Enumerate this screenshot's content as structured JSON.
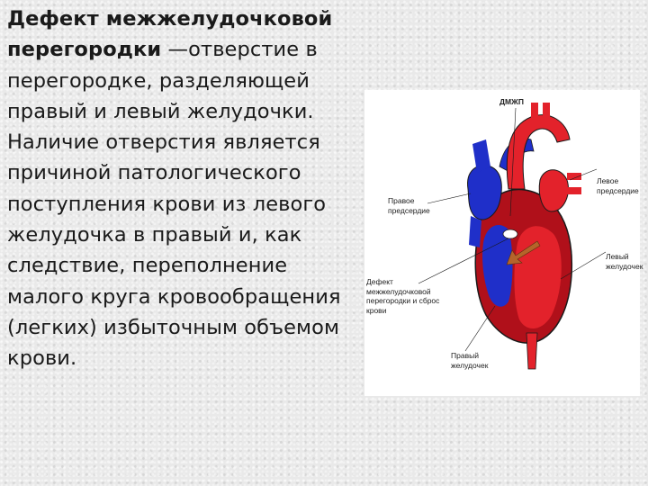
{
  "slide": {
    "heading_bold": "Дефект межжелудочковой перегородки",
    "heading_rest": " —отверстие в перегородке, разделяющей правый и левый желудочки. Наличие отверстия является причиной патологического поступления крови из левого желудочка в правый и, как следствие, переполнение малого круга кровообращения (легких) избыточным объемом крови."
  },
  "diagram": {
    "labels": {
      "dmzhp": "ДМЖП",
      "right_atrium_1": "Правое",
      "right_atrium_2": "предсердие",
      "left_atrium_1": "Левое",
      "left_atrium_2": "предсердие",
      "left_ventricle_1": "Левый",
      "left_ventricle_2": "желудочек",
      "defect_1": "Дефект",
      "defect_2": "межжелудочковой",
      "defect_3": "перегородки и сброс",
      "defect_4": "крови",
      "right_ventricle_1": "Правый",
      "right_ventricle_2": "желудочек"
    },
    "colors": {
      "arterial_red": "#e3222b",
      "dark_red": "#b0101a",
      "venous_blue": "#1f2fc9",
      "shunt_arrow": "#b5642a"
    }
  }
}
